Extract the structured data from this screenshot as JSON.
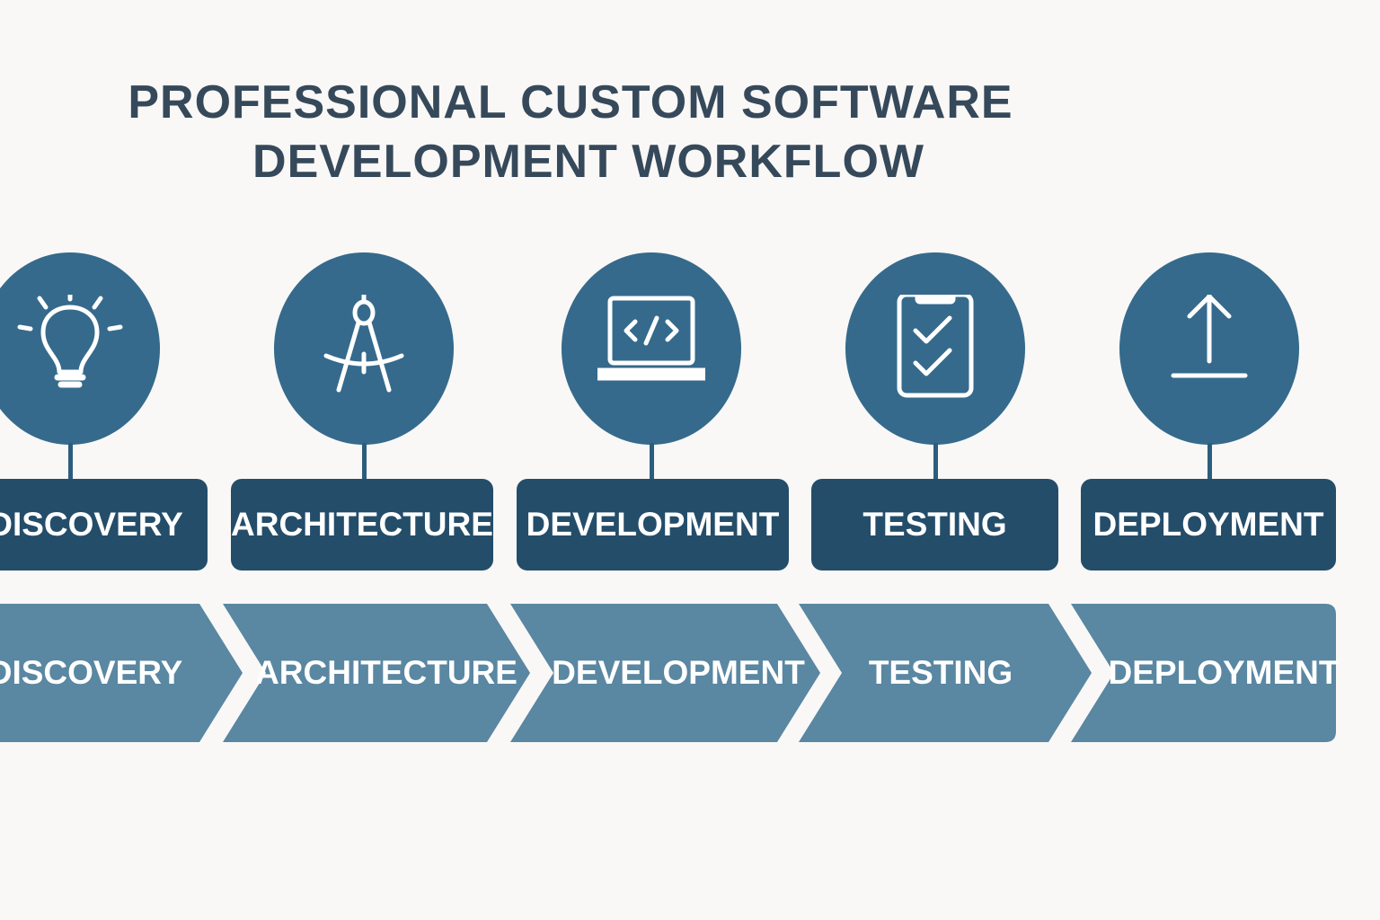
{
  "title": {
    "line1": "PROFESSIONAL CUSTOM SOFTWARE",
    "line2": "DEVELOPMENT WORKFLOW"
  },
  "colors": {
    "background": "#f9f8f6",
    "circle": "#356a8c",
    "label_box": "#244d6a",
    "chevron": "#5a87a2",
    "title": "#36495b"
  },
  "stages": [
    {
      "label": "DISCOVERY",
      "icon": "lightbulb-icon"
    },
    {
      "label": "ARCHITECTURE",
      "icon": "compass-icon"
    },
    {
      "label": "DEVELOPMENT",
      "icon": "laptop-code-icon"
    },
    {
      "label": "TESTING",
      "icon": "clipboard-check-icon"
    },
    {
      "label": "DEPLOYMENT",
      "icon": "upload-arrow-icon"
    }
  ],
  "flow": [
    {
      "label": "DISCOVERY"
    },
    {
      "label": "ARCHITECTURE"
    },
    {
      "label": "DEVELOPMENT"
    },
    {
      "label": "TESTING"
    },
    {
      "label": "DEPLOYMENT"
    }
  ]
}
